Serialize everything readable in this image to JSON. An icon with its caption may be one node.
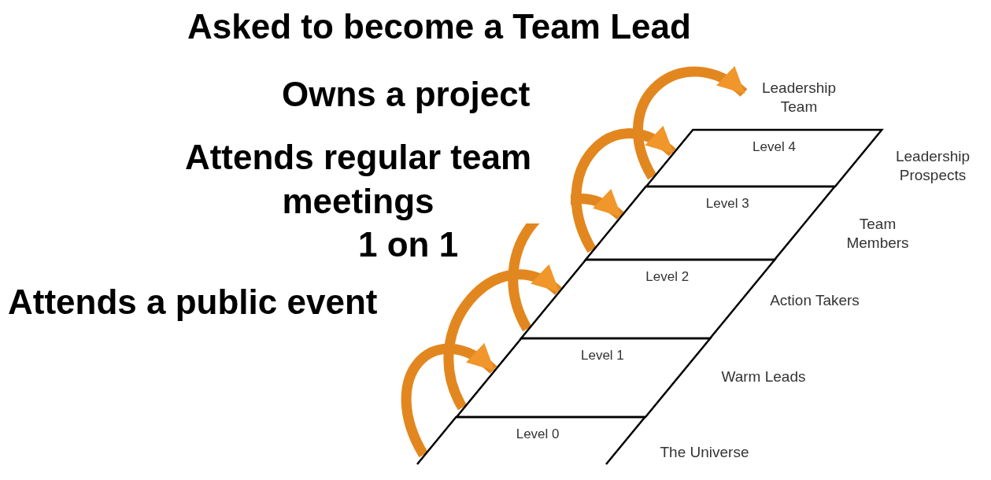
{
  "diagram": {
    "nodes": [
      {
        "text": [
          "Level 0"
        ],
        "beside": [
          "The Universe"
        ]
      },
      {
        "text": [
          "Level 1"
        ],
        "beside": [
          "Warm Leads"
        ]
      },
      {
        "text": [
          "Level 2"
        ],
        "beside": [
          "Action Takers"
        ]
      },
      {
        "text": [
          "Level 3"
        ],
        "beside": [
          "Team Members"
        ]
      },
      {
        "text": [
          "Level 4"
        ],
        "beside": [
          "Leadership Prospects"
        ]
      },
      {
        "text": [
          "Leadership Team"
        ]
      }
    ],
    "edges": [
      {
        "from": 0,
        "to": 1,
        "arrow": "to",
        "label": "Attends a public event"
      },
      {
        "from": 1,
        "to": 2,
        "arrow": "to",
        "label": "1 on 1"
      },
      {
        "from": 2,
        "to": 3,
        "arrow": "to",
        "label": "Attends regular team meetings"
      },
      {
        "from": 3,
        "to": 4,
        "arrow": "to",
        "label": "Owns a project"
      },
      {
        "from": 4,
        "to": 5,
        "arrow": "to",
        "label": "Asked to become a Team Lead"
      }
    ]
  }
}
